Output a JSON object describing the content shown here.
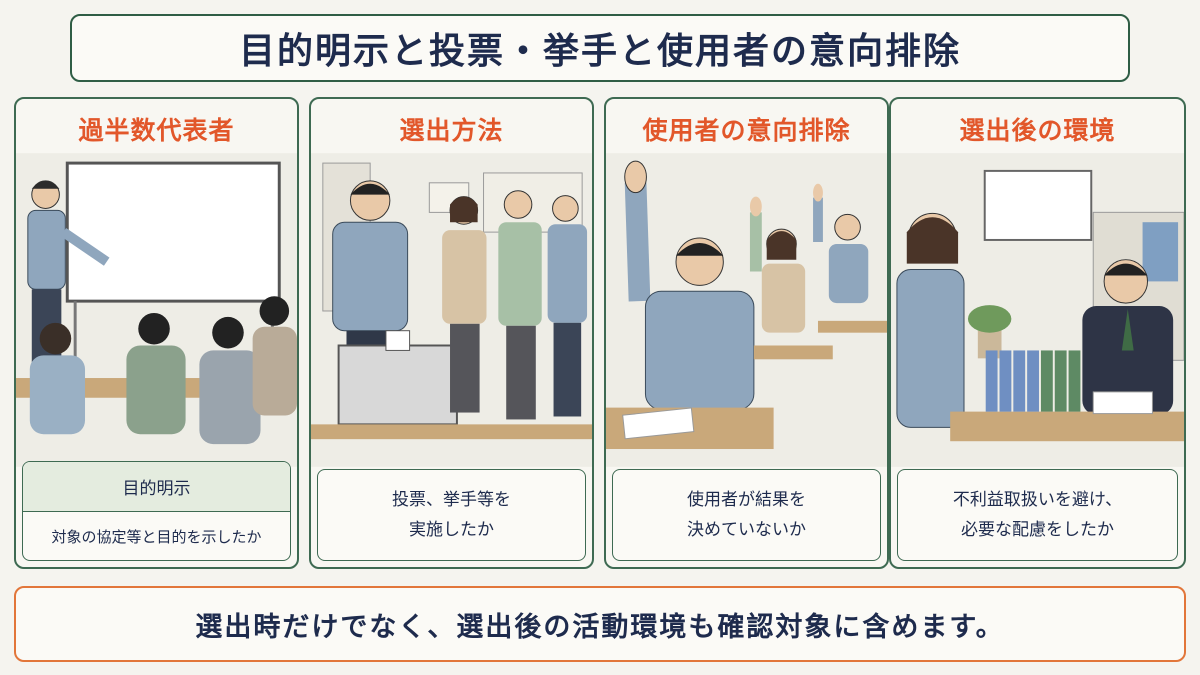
{
  "title": "目的明示と投票・挙手と使用者の意向排除",
  "panels": [
    {
      "heading": "過半数代表者",
      "caption_top": "目的明示",
      "caption_bottom": "対象の協定等と目的を示したか"
    },
    {
      "heading": "選出方法",
      "caption_line1": "投票、挙手等を",
      "caption_line2": "実施したか"
    },
    {
      "heading": "使用者の意向排除",
      "caption_line1": "使用者が結果を",
      "caption_line2": "決めていないか"
    },
    {
      "heading": "選出後の環境",
      "caption_line1": "不利益取扱いを避け、",
      "caption_line2": "必要な配慮をしたか"
    }
  ],
  "footer": "選出時だけでなく、選出後の活動環境も確認対象に含めます。",
  "colors": {
    "heading_accent": "#e2572a",
    "panel_border": "#3e6a52",
    "footer_border": "#e2763a",
    "text": "#1e2b4d"
  }
}
